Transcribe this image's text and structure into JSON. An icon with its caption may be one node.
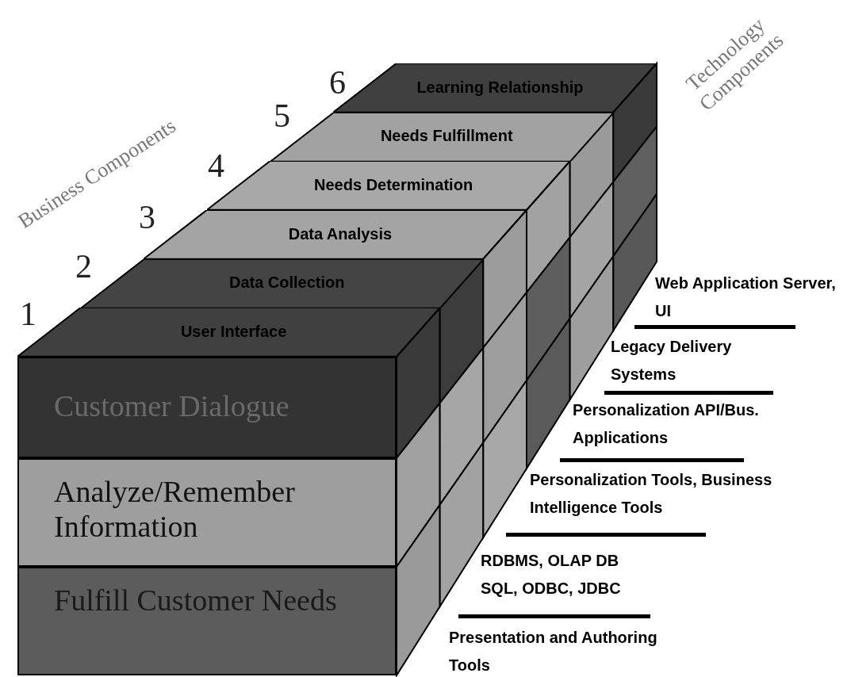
{
  "diagram": {
    "nodes": [
      {
        "text": [
          "User Interface"
        ]
      },
      {
        "text": [
          "Data Collection"
        ]
      },
      {
        "text": [
          "Data Analysis"
        ]
      },
      {
        "text": [
          "Needs Determination"
        ]
      },
      {
        "text": [
          "Needs Fulfillment"
        ]
      },
      {
        "text": [
          "Learning Relationship"
        ]
      },
      {
        "text": [
          "Customer Dialogue"
        ]
      },
      {
        "text": [
          "Analyze/Remember Information"
        ]
      },
      {
        "text": [
          "Fulfill Customer Needs"
        ]
      }
    ],
    "labels": [
      "Technology Components",
      "6",
      "5",
      "Business Components",
      "4",
      "3",
      "2",
      "1",
      "Web Application Server, UI",
      "Legacy Delivery Systems",
      "Personalization API/Bus. Applications",
      "Personalization Tools, Business Intelligence Tools",
      "RDBMS, OLAP DB SQL, ODBC, JDBC",
      "Presentation and Authoring Tools"
    ]
  }
}
